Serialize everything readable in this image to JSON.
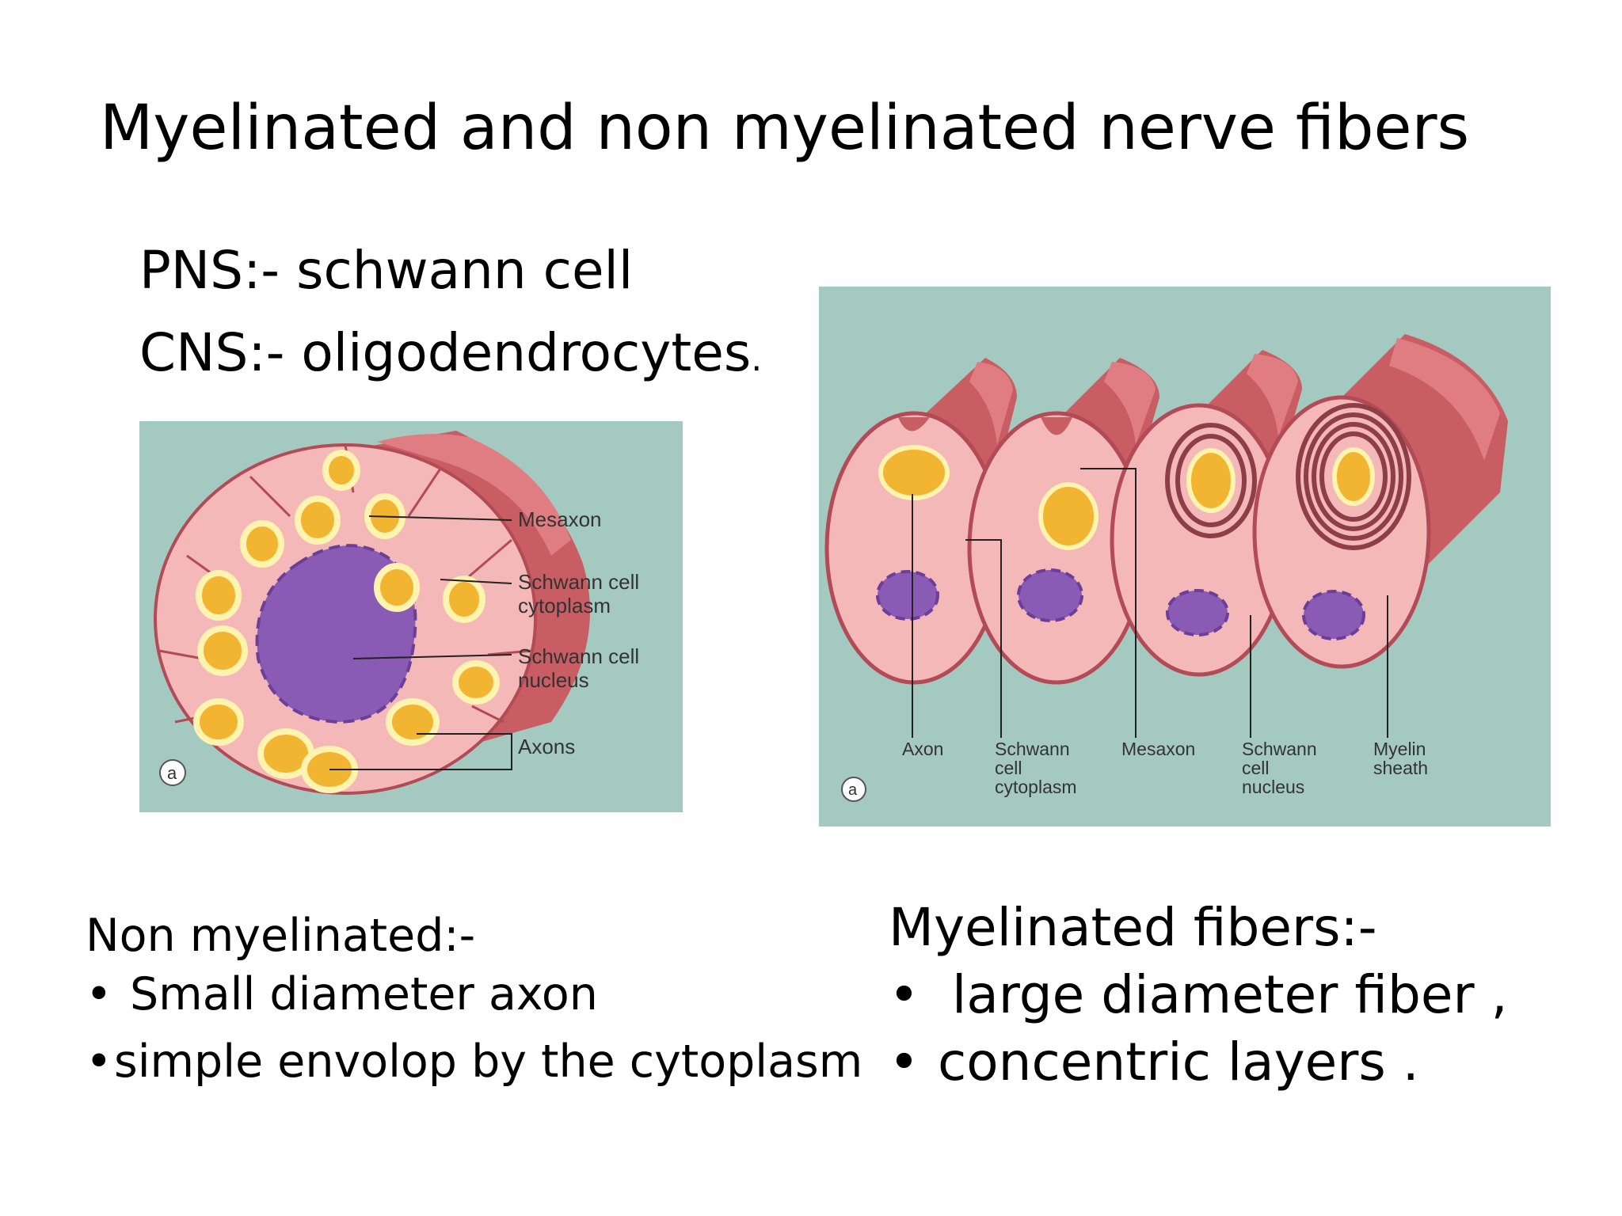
{
  "title": "Myelinated and non myelinated nerve fibers",
  "intro": {
    "pns": "PNS:- schwann cell",
    "cns": "CNS:- oligodendrocytes",
    "cns_dot": "."
  },
  "figure_left": {
    "marker": "a",
    "labels": {
      "mesaxon": "Mesaxon",
      "schwann_cytoplasm_1": "Schwann cell",
      "schwann_cytoplasm_2": "cytoplasm",
      "schwann_nucleus_1": "Schwann cell",
      "schwann_nucleus_2": "nucleus",
      "axons": "Axons"
    },
    "colors": {
      "background": "#a4c9c1",
      "sheath": "#f4b8b8",
      "nucleus": "#8a5bb5",
      "axon": "#f2b531"
    }
  },
  "figure_right": {
    "marker": "a",
    "labels": {
      "axon": "Axon",
      "schwann_cytoplasm": [
        "Schwann",
        "cell",
        "cytoplasm"
      ],
      "mesaxon": "Mesaxon",
      "schwann_nucleus": [
        "Schwann",
        "cell",
        "nucleus"
      ],
      "myelin_sheath": [
        "Myelin",
        "sheath"
      ]
    }
  },
  "non_myelinated": {
    "heading": "Non myelinated:-",
    "items": [
      "Small diameter axon",
      "simple envolop  by the cytoplasm"
    ]
  },
  "myelinated": {
    "heading": "Myelinated fibers:-",
    "items": [
      "large diameter fiber ,",
      "concentric layers ."
    ]
  },
  "bullet_symbol": "•"
}
